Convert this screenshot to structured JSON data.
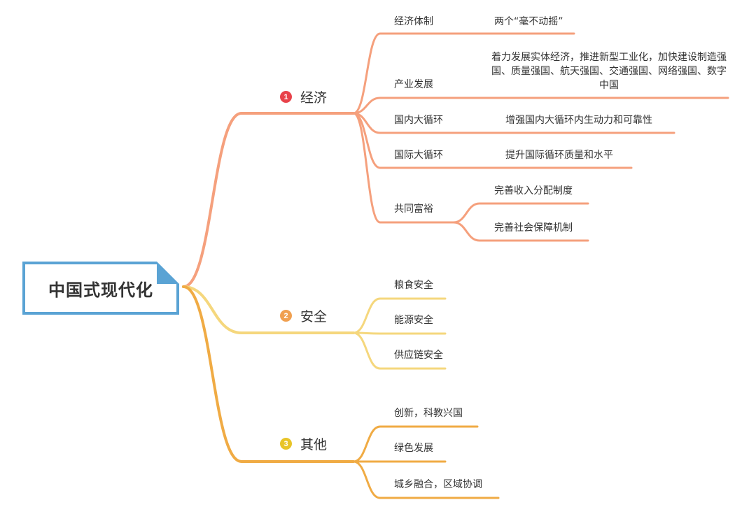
{
  "root": {
    "title": "中国式现代化"
  },
  "colors": {
    "root_border": "#5aa3d4",
    "economy": "#f5a07d",
    "security": "#f5d77d",
    "other": "#f0ab44",
    "badge1": "#e8424a",
    "badge2": "#f0a050",
    "badge3": "#e8c428"
  },
  "branches": [
    {
      "number": "1",
      "label": "经济",
      "children": [
        {
          "label": "经济体制",
          "details": [
            "两个“毫不动摇”"
          ]
        },
        {
          "label": "产业发展",
          "details": [
            "着力发展实体经济，推进新型工业化，加快建设制造强国、质量强国、航天强国、交通强国、网络强国、数字中国"
          ]
        },
        {
          "label": "国内大循环",
          "details": [
            "增强国内大循环内生动力和可靠性"
          ]
        },
        {
          "label": "国际大循环",
          "details": [
            "提升国际循环质量和水平"
          ]
        },
        {
          "label": "共同富裕",
          "details": [
            "完善收入分配制度",
            "完善社会保障机制"
          ]
        }
      ]
    },
    {
      "number": "2",
      "label": "安全",
      "children": [
        {
          "label": "粮食安全"
        },
        {
          "label": "能源安全"
        },
        {
          "label": "供应链安全"
        }
      ]
    },
    {
      "number": "3",
      "label": "其他",
      "children": [
        {
          "label": "创新，科教兴国"
        },
        {
          "label": "绿色发展"
        },
        {
          "label": "城乡融合，区域协调"
        }
      ]
    }
  ]
}
